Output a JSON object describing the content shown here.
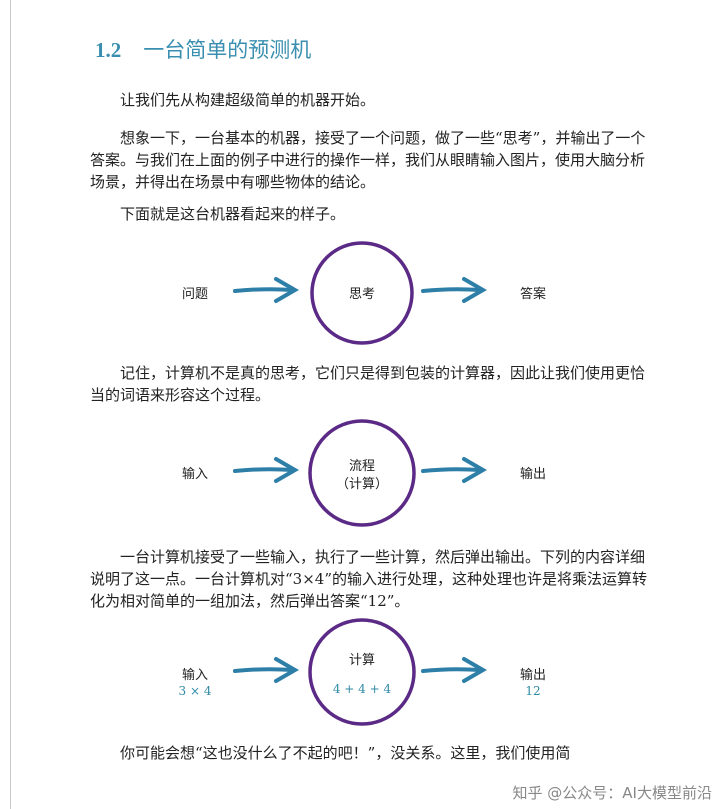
{
  "heading": {
    "number": "1.2",
    "title": "一台简单的预测机"
  },
  "paragraphs": [
    "让我们先从构建超级简单的机器开始。",
    "想象一下，一台基本的机器，接受了一个问题，做了一些“思考”，并输出了一个答案。与我们在上面的例子中进行的操作一样，我们从眼睛输入图片，使用大脑分析场景，并得出在场景中有哪些物体的结论。",
    "下面就是这台机器看起来的样子。",
    "记住，计算机不是真的思考，它们只是得到包装的计算器，因此让我们使用更恰当的词语来形容这个过程。",
    "一台计算机接受了一些输入，执行了一些计算，然后弹出输出。下列的内容详细说明了这一点。一台计算机对“3×4”的输入进行处理，这种处理也许是将乘法运算转化为相对简单的一组加法，然后弹出答案“12”。",
    "你可能会想“这也没什么了不起的吧！”，没关系。这里，我们使用简"
  ],
  "diagrams": [
    {
      "left": "问题",
      "center": "思考",
      "right": "答案"
    },
    {
      "left": "输入",
      "center": "流程",
      "center_sub": "（计算）",
      "right": "输出"
    },
    {
      "left": "输入",
      "left_sub": "3 × 4",
      "center": "计算",
      "center_sub": "4 + 4 + 4",
      "right": "输出",
      "right_sub": "12"
    }
  ],
  "colors": {
    "heading": "#3a8fb0",
    "arrow": "#2e7fa8",
    "circle": "#5b2a86",
    "accent_text": "#2e8aa6"
  },
  "watermark": "知乎 @公众号：AI大模型前沿"
}
